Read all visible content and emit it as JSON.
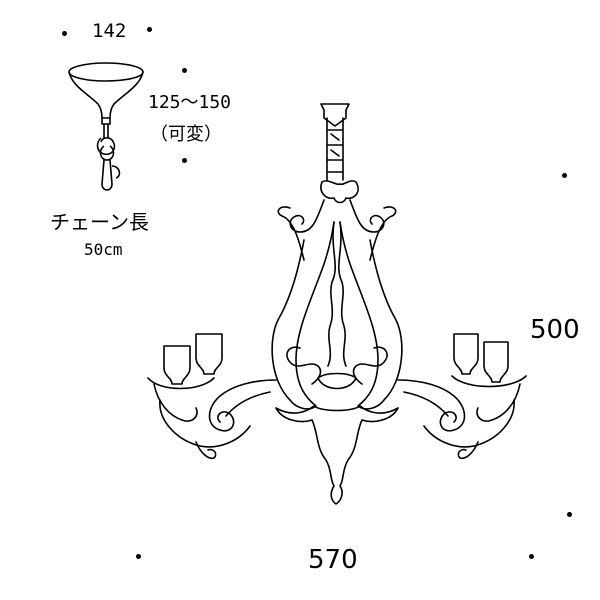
{
  "dimensions": {
    "canopy_width": "142",
    "hanging_height_range": "125～150",
    "hanging_height_note": "（可変）",
    "chain_label": "チェーン長",
    "chain_length": "50cm",
    "total_height": "500",
    "total_width": "570"
  },
  "style": {
    "line_color": "#000000",
    "background": "#ffffff"
  }
}
